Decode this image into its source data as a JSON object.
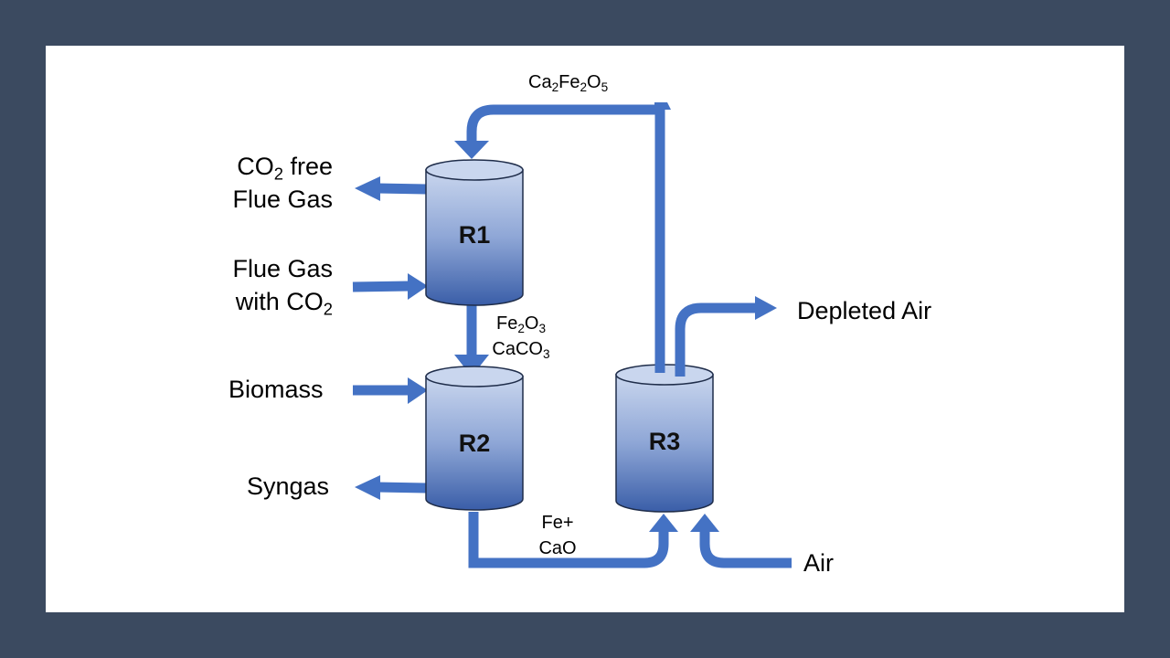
{
  "colors": {
    "background": "#3b4a60",
    "slide": "#ffffff",
    "arrow": "#4472c4",
    "reactor_top": "#c9d6ee",
    "reactor_bottom": "#3a5ea8",
    "reactor_outline": "#1f2d4a"
  },
  "reactors": [
    {
      "id": "R1",
      "label": "R1"
    },
    {
      "id": "R2",
      "label": "R2"
    },
    {
      "id": "R3",
      "label": "R3"
    }
  ],
  "streams": {
    "r3_to_r1": {
      "base": "Ca",
      "sub1": "2",
      "mid": "Fe",
      "sub2": "2",
      "end": "O",
      "sub3": "5"
    },
    "co2_free": {
      "line1_pre": "CO",
      "line1_sub": "2",
      "line1_post": " free",
      "line2": "Flue Gas"
    },
    "flue_in": {
      "line1": "Flue Gas",
      "line2_pre": "with CO",
      "line2_sub": "2"
    },
    "r1_to_r2": {
      "l1_a": "Fe",
      "l1_s1": "2",
      "l1_b": "O",
      "l1_s2": "3",
      "l2_a": "CaCO",
      "l2_s": "3"
    },
    "biomass": "Biomass",
    "syngas": "Syngas",
    "r2_to_r3": {
      "line1": "Fe+",
      "line2": "CaO"
    },
    "depleted_air": "Depleted Air",
    "air": "Air"
  }
}
